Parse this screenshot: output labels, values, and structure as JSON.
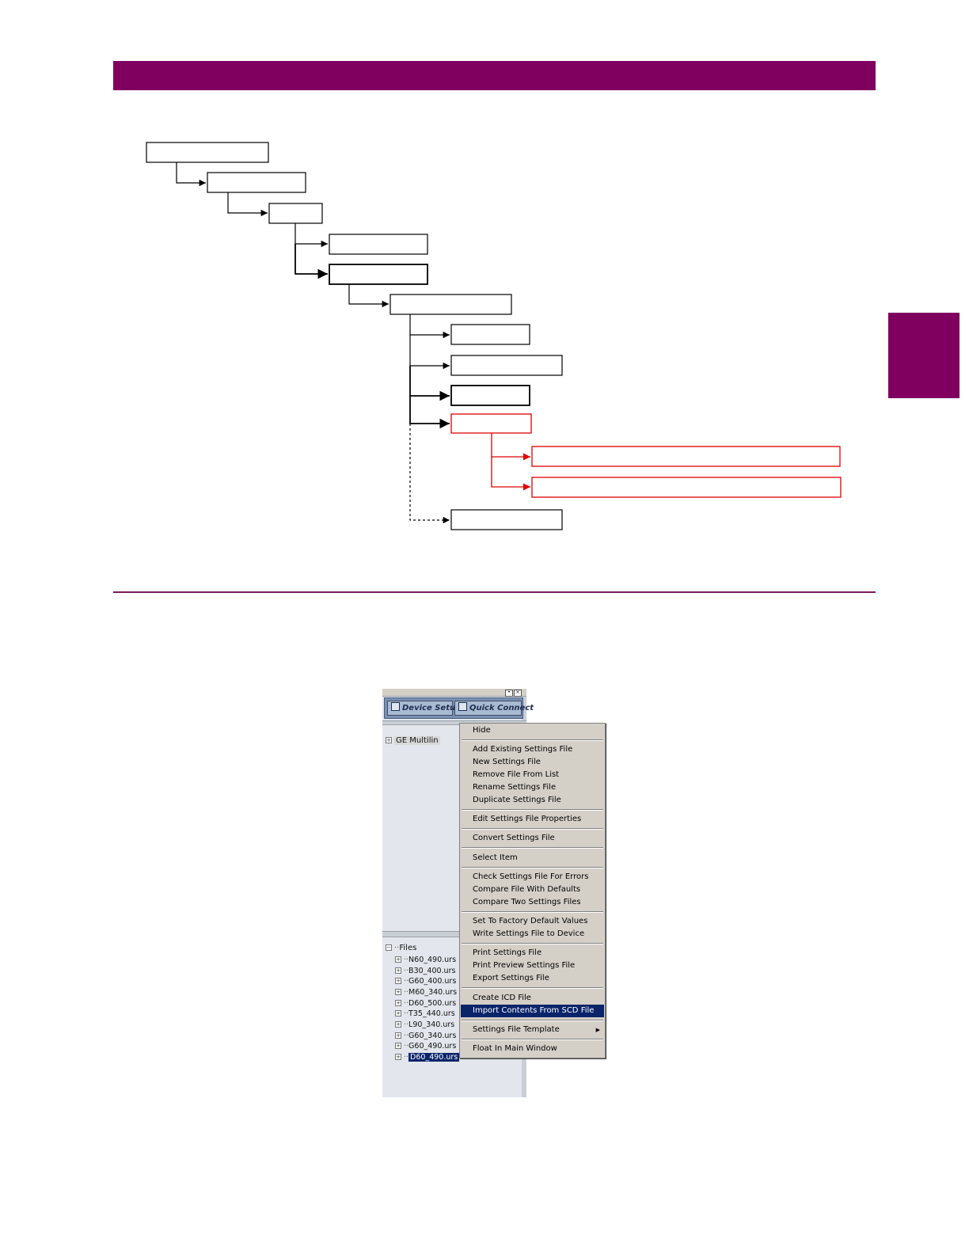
{
  "colors": {
    "brand": "#800060",
    "diagram_black": "#000000",
    "diagram_red": "#e00000",
    "menu_highlight": "#0a246a"
  },
  "toolbar": {
    "device_setup_label": "Device Setup",
    "quick_connect_label": "Quick Connect"
  },
  "window_buttons": {
    "pin": "•",
    "close": "×"
  },
  "tree": {
    "root_label": "GE Multilin",
    "files_label": "Files",
    "files": [
      {
        "name": "N60_490.urs",
        "selected": false
      },
      {
        "name": "B30_400.urs",
        "selected": false
      },
      {
        "name": "G60_400.urs",
        "selected": false
      },
      {
        "name": "M60_340.urs",
        "selected": false
      },
      {
        "name": "D60_500.urs",
        "selected": false
      },
      {
        "name": "T35_440.urs",
        "selected": false
      },
      {
        "name": "L90_340.urs",
        "selected": false
      },
      {
        "name": "G60_340.urs",
        "selected": false
      },
      {
        "name": "G60_490.urs",
        "selected": false
      },
      {
        "name": "D60_490.urs",
        "selected": true
      }
    ]
  },
  "context_menu": {
    "hide": "Hide",
    "add_existing": "Add Existing Settings File",
    "new_settings": "New Settings File",
    "remove_from_list": "Remove File From List",
    "rename": "Rename Settings File",
    "duplicate": "Duplicate Settings File",
    "edit_properties": "Edit Settings File Properties",
    "convert": "Convert Settings File",
    "select_item": "Select Item",
    "check_errors": "Check Settings File For Errors",
    "compare_defaults": "Compare File With Defaults",
    "compare_two": "Compare Two Settings Files",
    "factory_defaults": "Set To Factory Default Values",
    "write_to_device": "Write Settings File to Device",
    "print": "Print Settings File",
    "print_preview": "Print Preview Settings File",
    "export": "Export Settings File",
    "create_icd": "Create ICD File",
    "import_scd": "Import Contents From SCD File",
    "template": "Settings File Template",
    "float_main": "Float In Main Window"
  }
}
